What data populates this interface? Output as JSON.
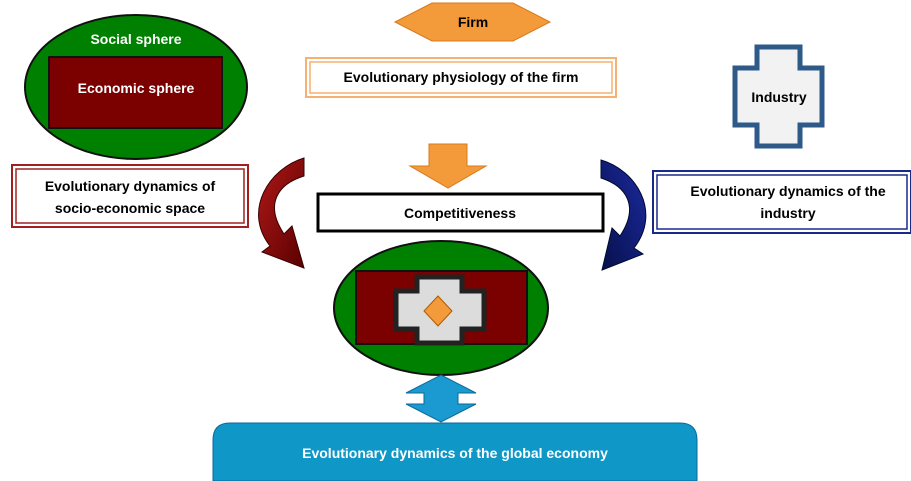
{
  "firm": {
    "label": "Firm"
  },
  "social_sphere": {
    "label": "Social sphere"
  },
  "economic_sphere": {
    "label": "Economic sphere"
  },
  "physiology": {
    "label": "Evolutionary physiology of the firm"
  },
  "industry": {
    "label": "Industry"
  },
  "socio_space": {
    "line1": "Evolutionary dynamics of",
    "line2": "socio-economic space"
  },
  "industry_dynamics": {
    "line1": "Evolutionary dynamics of the",
    "line2": "industry"
  },
  "competitiveness": {
    "label": "Competitiveness"
  },
  "global_economy": {
    "label": "Evolutionary dynamics of the global economy"
  },
  "colors": {
    "green": "#008000",
    "maroon": "#7b0000",
    "orange": "#f39a3a",
    "navy": "#0d1a6b",
    "industry_blue": "#2e5a8a",
    "cyan": "#0f97c8"
  }
}
